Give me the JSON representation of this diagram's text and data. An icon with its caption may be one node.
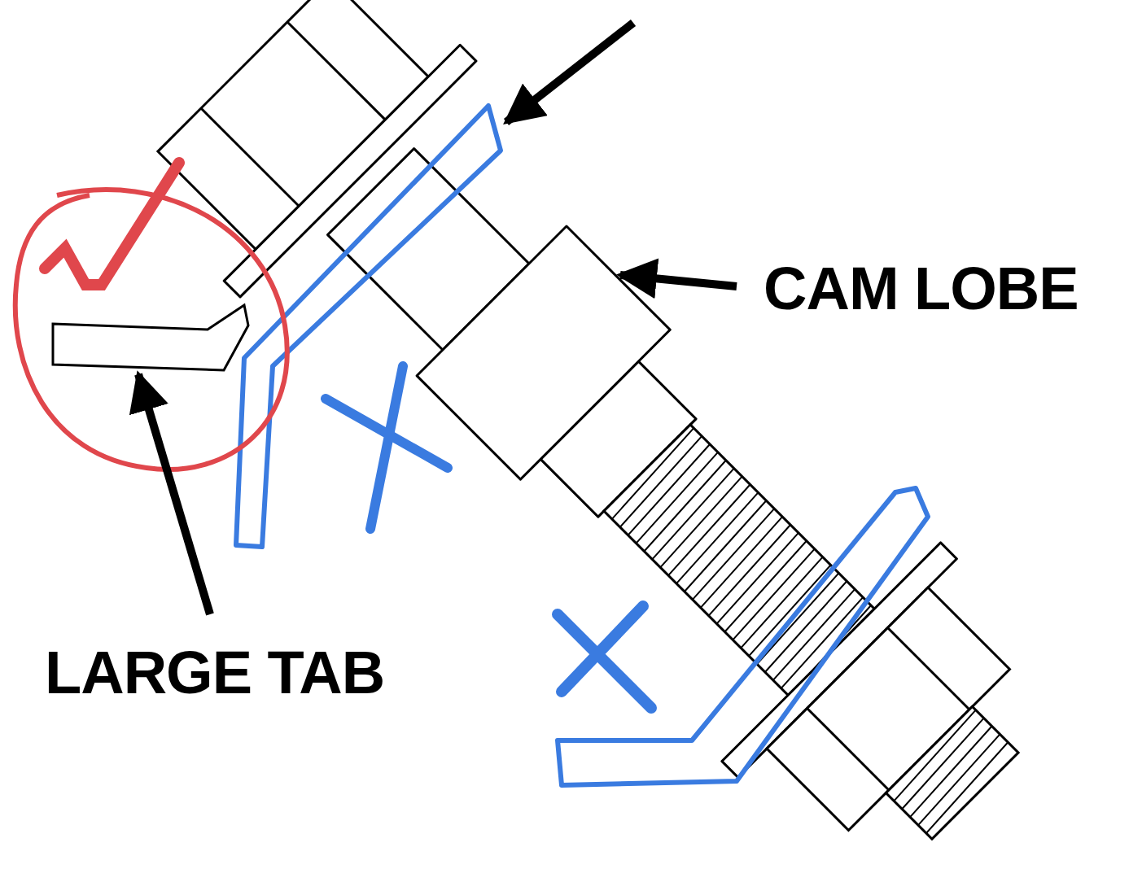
{
  "diagram": {
    "nodes": [
      {
        "text": [
          "CAM LOBE"
        ]
      },
      {
        "text": [],
        "shape": "picture"
      },
      {
        "text": [
          "LARGE TAB"
        ]
      },
      {
        "text": [],
        "shape": "picture"
      },
      {
        "text": [],
        "shape": "picture"
      }
    ],
    "edges": [
      {
        "from": 0,
        "to": 1,
        "arrow": "to"
      },
      {
        "from": 2,
        "to": 3,
        "arrow": "to"
      },
      {
        "from": null,
        "to": 4,
        "arrow": "to"
      }
    ]
  }
}
